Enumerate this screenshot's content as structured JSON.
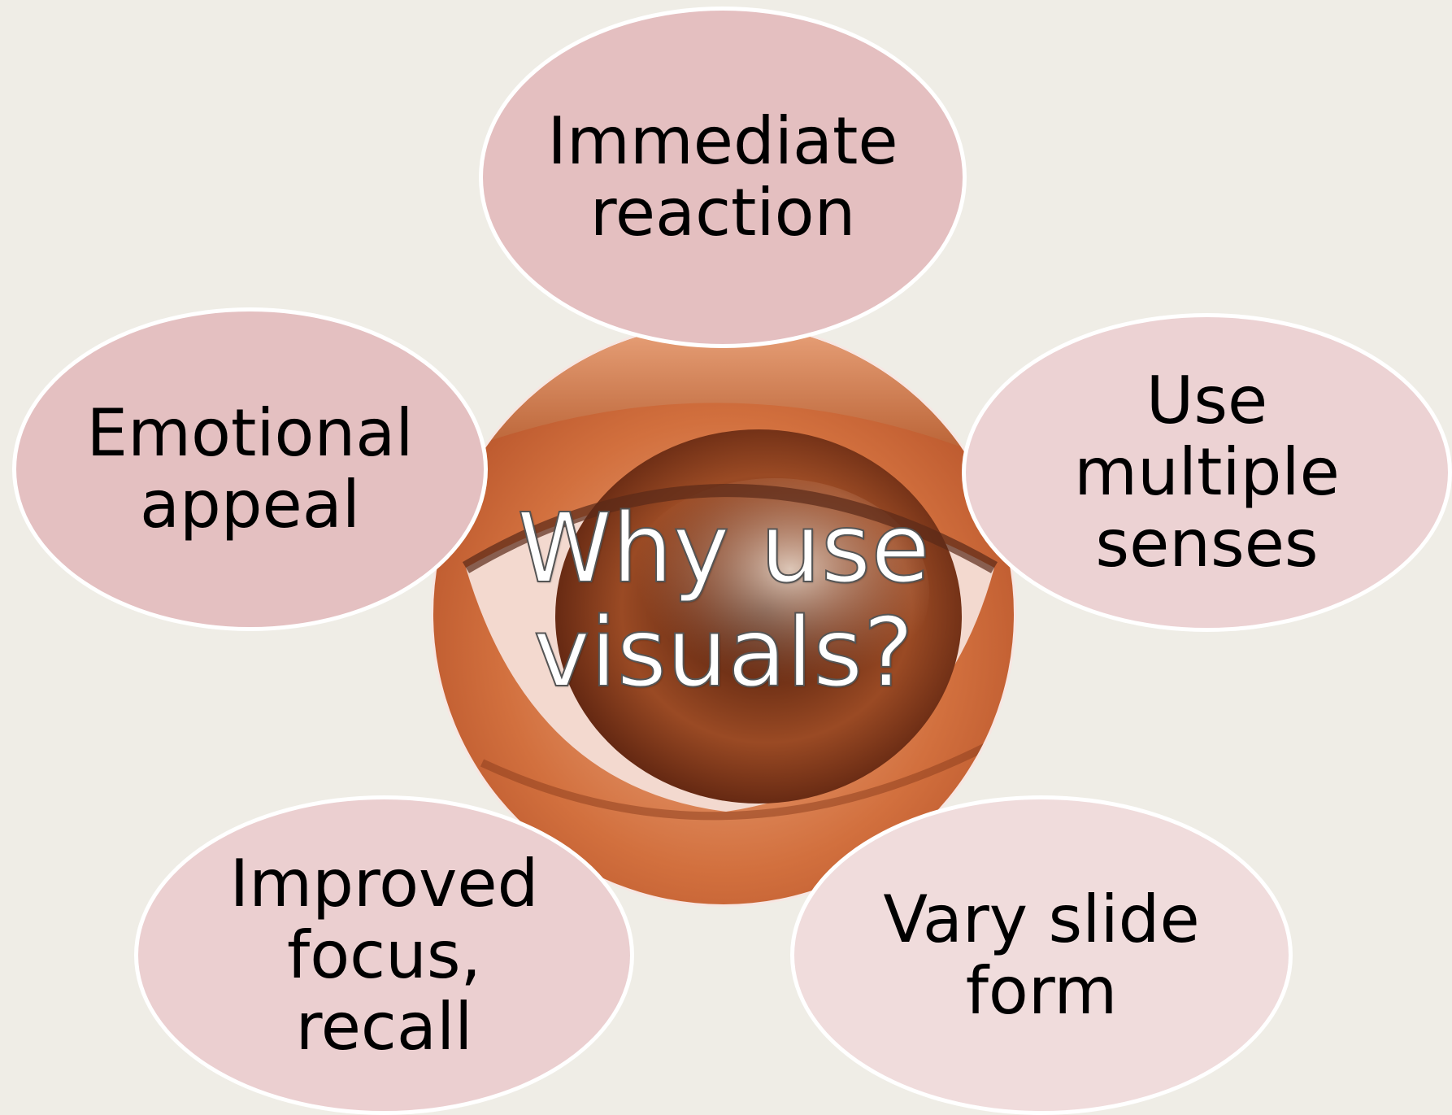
{
  "center": {
    "title": "Why use\nvisuals?",
    "image": "eye-closeup-photo"
  },
  "bubbles": [
    {
      "id": "top",
      "text": "Immediate\nreaction",
      "color": "#e4bfc0"
    },
    {
      "id": "left",
      "text": "Emotional\nappeal",
      "color": "#e4c0c1"
    },
    {
      "id": "right",
      "text": "Use\nmultiple\nsenses",
      "color": "#ecd2d3"
    },
    {
      "id": "bottom-left",
      "text": "Improved\nfocus,\nrecall",
      "color": "#ebcfd0"
    },
    {
      "id": "bottom-right",
      "text": "Vary slide\nform",
      "color": "#f0dcdc"
    }
  ],
  "colors": {
    "background": "#efede6",
    "bubble_border": "#ffffff"
  }
}
